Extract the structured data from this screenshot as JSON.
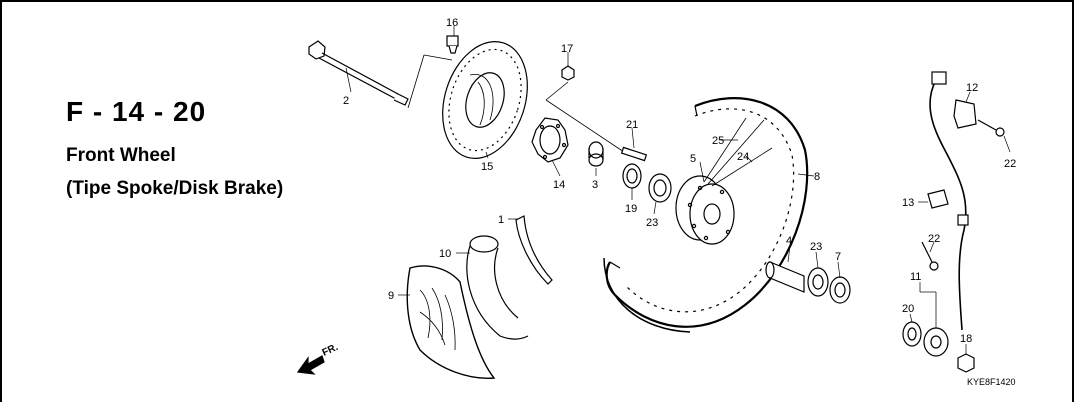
{
  "header": {
    "code": "F - 14 - 20",
    "title": "Front Wheel",
    "subtitle": "(Tipe Spoke/Disk Brake)"
  },
  "callouts": {
    "p1": "1",
    "p2": "2",
    "p3": "3",
    "p4": "4",
    "p5": "5",
    "p7": "7",
    "p8": "8",
    "p9": "9",
    "p10": "10",
    "p11": "11",
    "p12": "12",
    "p13": "13",
    "p14": "14",
    "p15": "15",
    "p16": "16",
    "p17": "17",
    "p18": "18",
    "p19": "19",
    "p20": "20",
    "p21": "21",
    "p22a": "22",
    "p22b": "22",
    "p23a": "23",
    "p23b": "23",
    "p24": "24",
    "p25": "25"
  },
  "direction_label": "FR.",
  "drawing_code": "KYE8F1420"
}
